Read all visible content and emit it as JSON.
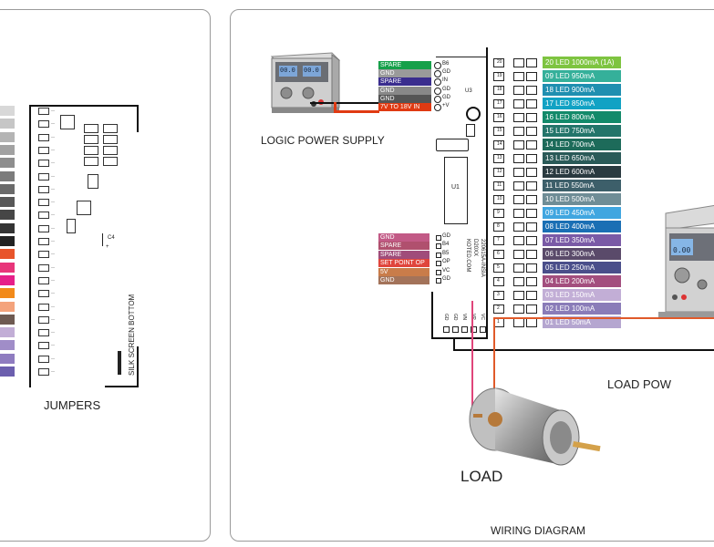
{
  "left_panel": {
    "caption": "JUMPERS",
    "silk_label": "SILK SCREEN BOTTOM",
    "jumper_colors": [
      "#d8d8d8",
      "#c6c6c6",
      "#b4b4b4",
      "#a2a2a2",
      "#8e8e8e",
      "#7c7c7c",
      "#6a6a6a",
      "#585858",
      "#464646",
      "#343434",
      "#222222",
      "#e8542a",
      "#e8357a",
      "#e61f89",
      "#f28a1a",
      "#f4a37c",
      "#6e5a52",
      "#c2aed6",
      "#a08dc8",
      "#8f7cc0",
      "#6c5fae"
    ],
    "cap_label": "C4"
  },
  "right_panel": {
    "caption": "WIRING DIAGRAM",
    "logic_supply_label": "LOGIC  POWER SUPPLY",
    "load_label": "LOAD",
    "load_power_label": "LOAD POW",
    "supply_display_left": "00.0",
    "supply_display_right": "00.0",
    "load_supply_display": "0.00",
    "board_vertical_text": [
      "KOTED.COM",
      "D20XX",
      "220615A-INSIA"
    ],
    "chip_label": "U1",
    "u3_label": "U3",
    "logic_pins": [
      {
        "label": "SPARE",
        "color": "#16a04a",
        "pin": "B6"
      },
      {
        "label": "GND",
        "color": "#9a9a9a",
        "pin": "GD"
      },
      {
        "label": "SPARE",
        "color": "#3a2d8e",
        "pin": "IN"
      },
      {
        "label": "GND",
        "color": "#888888",
        "pin": "GD"
      },
      {
        "label": "GND",
        "color": "#555555",
        "pin": "GD"
      },
      {
        "label": "7V TO 18V IN",
        "color": "#e03a12",
        "pin": "+V"
      }
    ],
    "control_pins": [
      {
        "label": "GND",
        "color": "#c25a86",
        "pin": "GD"
      },
      {
        "label": "SPARE",
        "color": "#b0506e",
        "pin": "B4"
      },
      {
        "label": "SPARE",
        "color": "#a04c7a",
        "pin": "B5"
      },
      {
        "label": "SET POINT OP",
        "color": "#e0453c",
        "pin": "OP"
      },
      {
        "label": "5V",
        "color": "#c97c4a",
        "pin": "VC"
      },
      {
        "label": "GND",
        "color": "#a3735a",
        "pin": "GD"
      }
    ],
    "bottom_pins": [
      "GD",
      "GD",
      "VN",
      "VP",
      "VC"
    ],
    "leds": [
      {
        "label": "20 LED 1000mA (1A)",
        "color": "#7ec440",
        "num": "20"
      },
      {
        "label": "09 LED 950mA",
        "color": "#35b09a",
        "num": "19"
      },
      {
        "label": "18 LED 900mA",
        "color": "#1f8fb0",
        "num": "18"
      },
      {
        "label": "17 LED 850mA",
        "color": "#11a2c4",
        "num": "17"
      },
      {
        "label": "16 LED 800mA",
        "color": "#138a6a",
        "num": "16"
      },
      {
        "label": "15 LED 750mA",
        "color": "#23756a",
        "num": "15"
      },
      {
        "label": "14 LED 700mA",
        "color": "#1d6b5a",
        "num": "14"
      },
      {
        "label": "13 LED 650mA",
        "color": "#2a5a58",
        "num": "13"
      },
      {
        "label": "12 LED 600mA",
        "color": "#2a3a40",
        "num": "12"
      },
      {
        "label": "11 LED 550mA",
        "color": "#3d5f6a",
        "num": "11"
      },
      {
        "label": "10 LED 500mA",
        "color": "#6f8d96",
        "num": "10"
      },
      {
        "label": "09 LED 450mA",
        "color": "#40a6e0",
        "num": "9"
      },
      {
        "label": "08 LED 400mA",
        "color": "#1a6fb4",
        "num": "8"
      },
      {
        "label": "07 LED 350mA",
        "color": "#7a5aa6",
        "num": "7"
      },
      {
        "label": "06 LED 300mA",
        "color": "#5a4a6a",
        "num": "6"
      },
      {
        "label": "05 LED 250mA",
        "color": "#4a4e8a",
        "num": "5"
      },
      {
        "label": "04 LED 200mA",
        "color": "#a34e7e",
        "num": "4"
      },
      {
        "label": "03 LED 150mA",
        "color": "#c2aed6",
        "num": "3"
      },
      {
        "label": "02 LED 100mA",
        "color": "#8a7cb8",
        "num": "2"
      },
      {
        "label": "01 LED 50mA",
        "color": "#b5a6d0",
        "num": "1"
      }
    ]
  }
}
